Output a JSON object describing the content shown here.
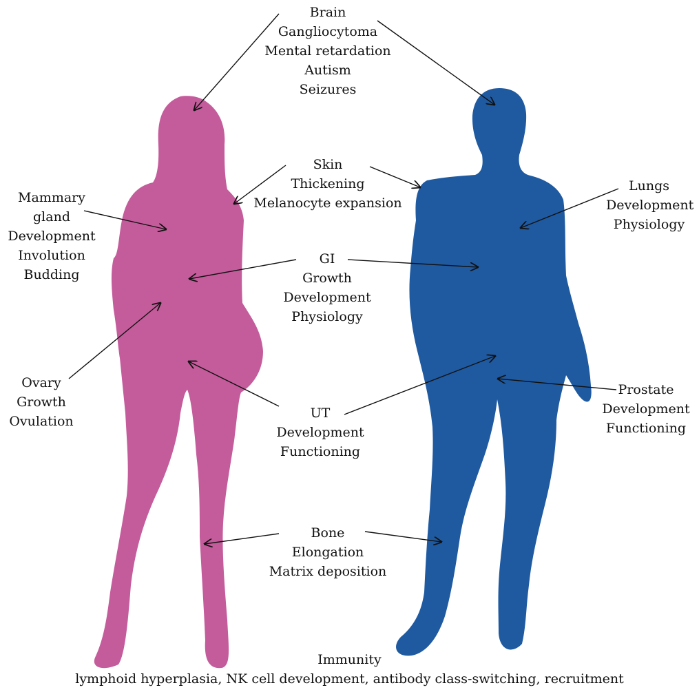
{
  "colors": {
    "female": "#c45c9c",
    "male": "#1f5aa0",
    "arrow": "#111111"
  },
  "labels": {
    "brain": [
      "Brain",
      "Gangliocytoma",
      "Mental retardation",
      "Autism",
      "Seizures"
    ],
    "skin": [
      "Skin",
      "Thickening",
      "Melanocyte expansion"
    ],
    "mammary": [
      "Mammary",
      "gland",
      "Development",
      "Involution",
      "Budding"
    ],
    "lungs": [
      "Lungs",
      "Development",
      "Physiology"
    ],
    "gi": [
      "GI",
      "Growth",
      "Development",
      "Physiology"
    ],
    "ovary": [
      "Ovary",
      "Growth",
      "Ovulation"
    ],
    "prostate": [
      "Prostate",
      "Development",
      "Functioning"
    ],
    "ut": [
      "UT",
      "Development",
      "Functioning"
    ],
    "bone": [
      "Bone",
      "Elongation",
      "Matrix deposition"
    ],
    "immunity": [
      "Immunity",
      "lymphoid hyperplasia, NK cell development, antibody class-switching, recruitment"
    ]
  }
}
